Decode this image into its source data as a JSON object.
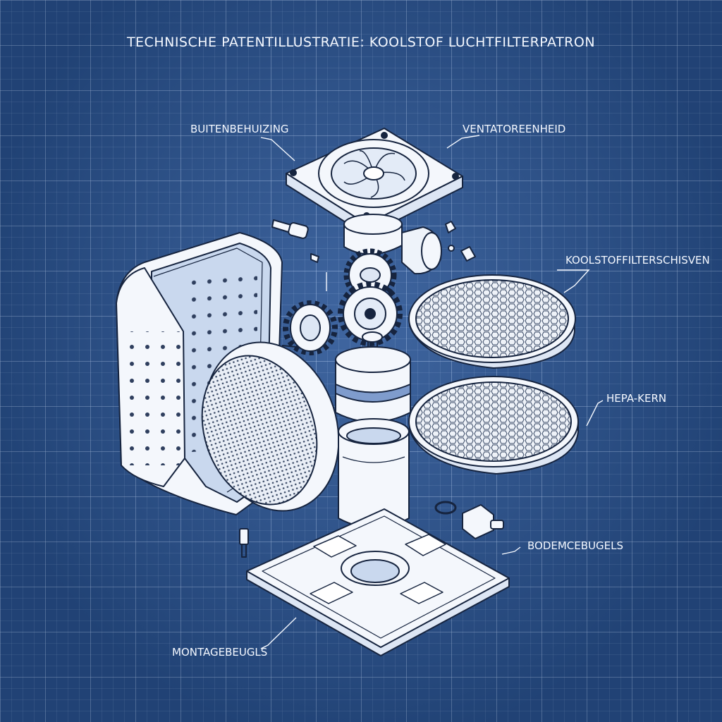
{
  "title": "TECHNISCHE PATENTILLUSTRATIE: KOOLSTOF LUCHTFILTERPATRON",
  "labels": {
    "housing": "BUITENBEHUIZING",
    "fan_unit": "VENTATOREENHEID",
    "carbon_discs": "KOOLSTOFFILTERSCHISVEN",
    "hepa_core": "HEPA-KERN",
    "base_brackets": "BODEMCEBUGELS",
    "mounting_brackets": "MONTAGEBEUGLS"
  },
  "colors": {
    "background": "#2a5596",
    "line": "#16243f",
    "part_fill": "#f4f7fc",
    "text": "#f4f8ff"
  }
}
